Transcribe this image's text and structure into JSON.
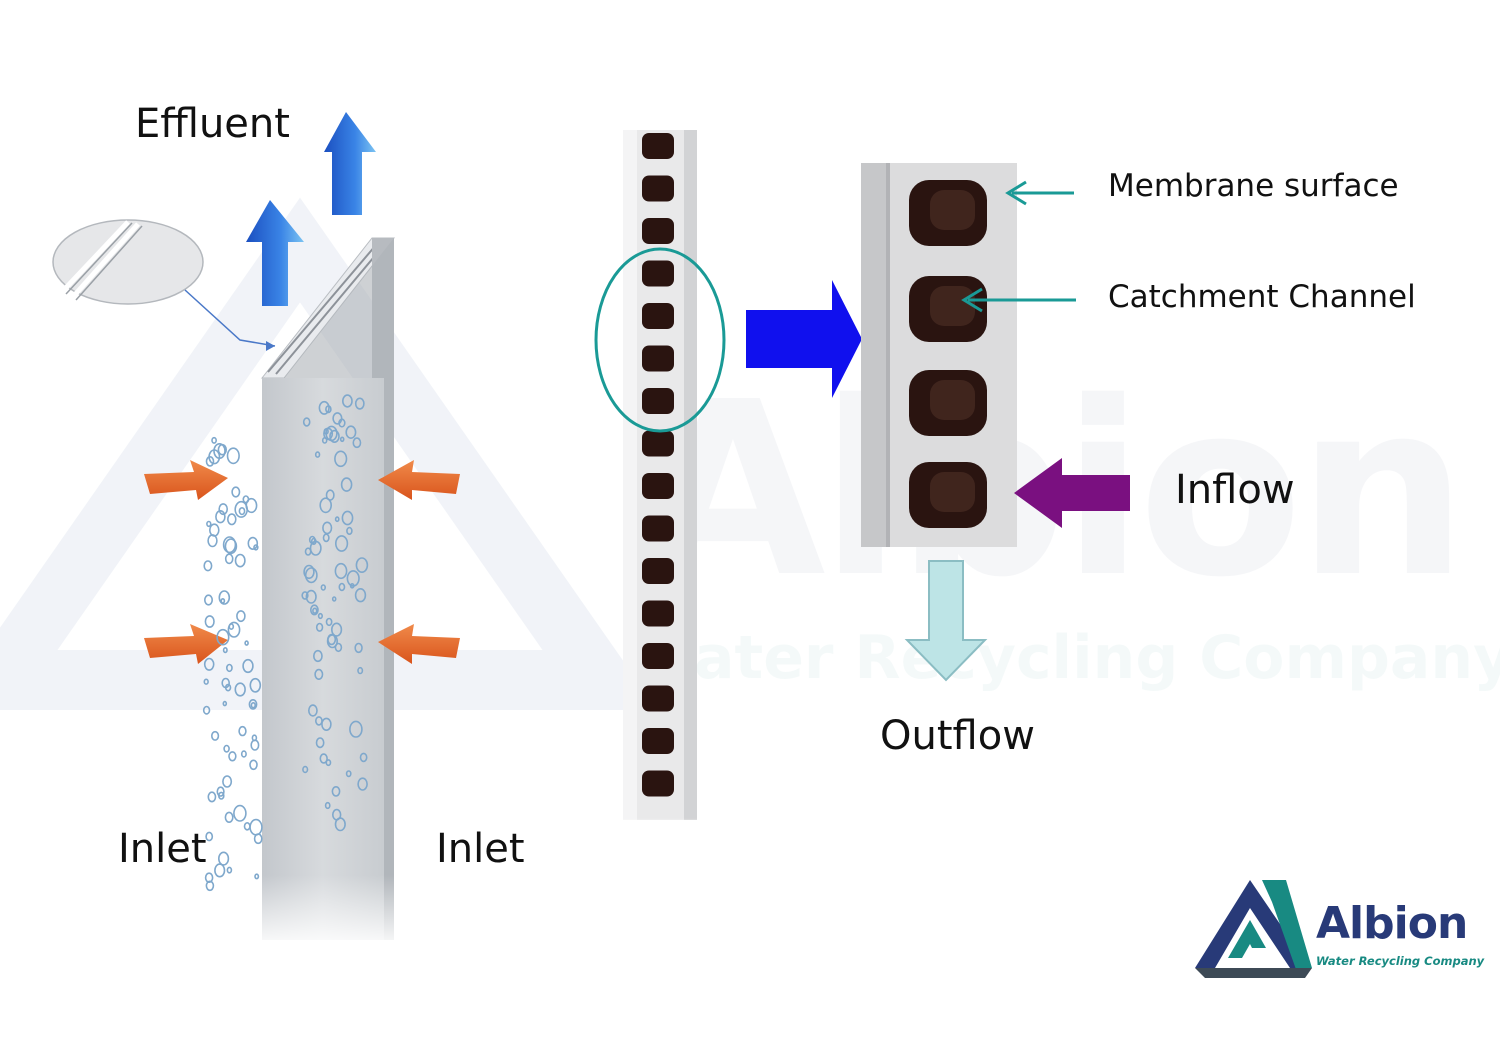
{
  "labels": {
    "effluent": "Effluent",
    "inlet_left": "Inlet",
    "inlet_right": "Inlet",
    "membrane_surface": "Membrane surface",
    "catchment_channel": "Catchment Channel",
    "inflow": "Inflow",
    "outflow": "Outflow"
  },
  "logo": {
    "name": "Albion",
    "tagline": "Water Recycling Company"
  },
  "watermark": {
    "name": "Albion",
    "tagline": "Water Recycling Company"
  },
  "colors": {
    "brand_navy": "#283a78",
    "brand_teal": "#188a82",
    "effluent_arrow": "#2d6fd6",
    "inlet_arrow": "#e8692c",
    "zoom_arrow": "#1010ee",
    "inflow_arrow": "#7a1080",
    "outflow_arrow": "#bde4e6",
    "pointer_teal": "#1a9a96",
    "channel_dark": "#2a1410"
  }
}
